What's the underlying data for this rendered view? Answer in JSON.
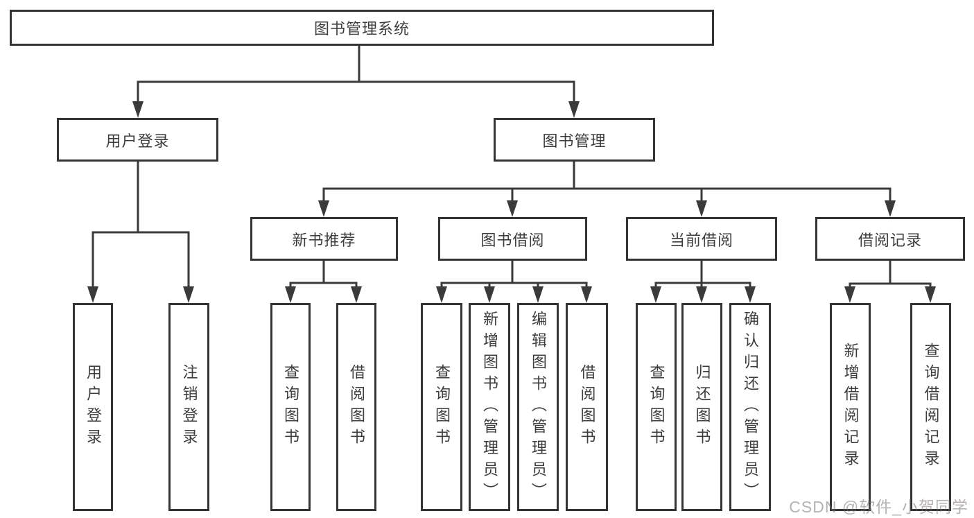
{
  "diagram_title": "图书管理系统",
  "nodes": {
    "root": {
      "label": "图书管理系统"
    },
    "level2": [
      {
        "label": "用户登录"
      },
      {
        "label": "图书管理"
      }
    ],
    "level3": [
      {
        "label": "新书推荐"
      },
      {
        "label": "图书借阅"
      },
      {
        "label": "当前借阅"
      },
      {
        "label": "借阅记录"
      }
    ],
    "leaves": {
      "user_login": [
        "用户登录",
        "注销登录"
      ],
      "new_book_recommend": [
        "查询图书",
        "借阅图书"
      ],
      "book_borrow": [
        "查询图书",
        "新增图书（管理员）",
        "编辑图书（管理员）",
        "借阅图书"
      ],
      "current_borrow": [
        "查询图书",
        "归还图书",
        "确认归还（管理员）"
      ],
      "borrow_records": [
        "新增借阅记录",
        "查询借阅记录"
      ]
    }
  },
  "watermark": {
    "text": "CSDN @软件_小贺同学"
  },
  "colors": {
    "line": "#3a3a3a",
    "box_border": "#333333",
    "box_fill": "#ffffff",
    "text": "#3d3d3d",
    "watermark": "#b5b1b2",
    "background": "#ffffff"
  }
}
